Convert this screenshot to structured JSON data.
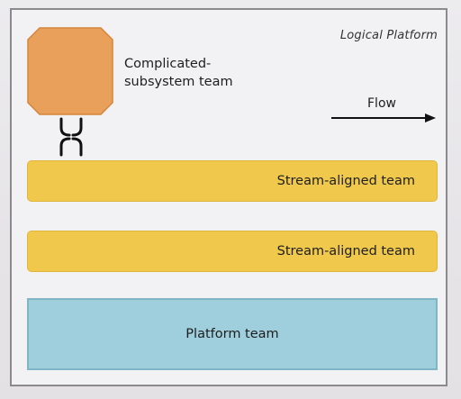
{
  "diagram": {
    "title": "Logical Platform",
    "complicated_subsystem": {
      "label": "Complicated-\nsubsystem team",
      "color": "#e9a05a"
    },
    "flow": {
      "label": "Flow"
    },
    "stream_teams": [
      {
        "label": "Stream-aligned team",
        "color": "#f0c94c"
      },
      {
        "label": "Stream-aligned team",
        "color": "#f0c94c"
      }
    ],
    "platform": {
      "label": "Platform team",
      "color": "#9fcfdc"
    },
    "interaction_icon": "x-as-a-service-icon",
    "flow_icon": "arrow-right-icon"
  }
}
